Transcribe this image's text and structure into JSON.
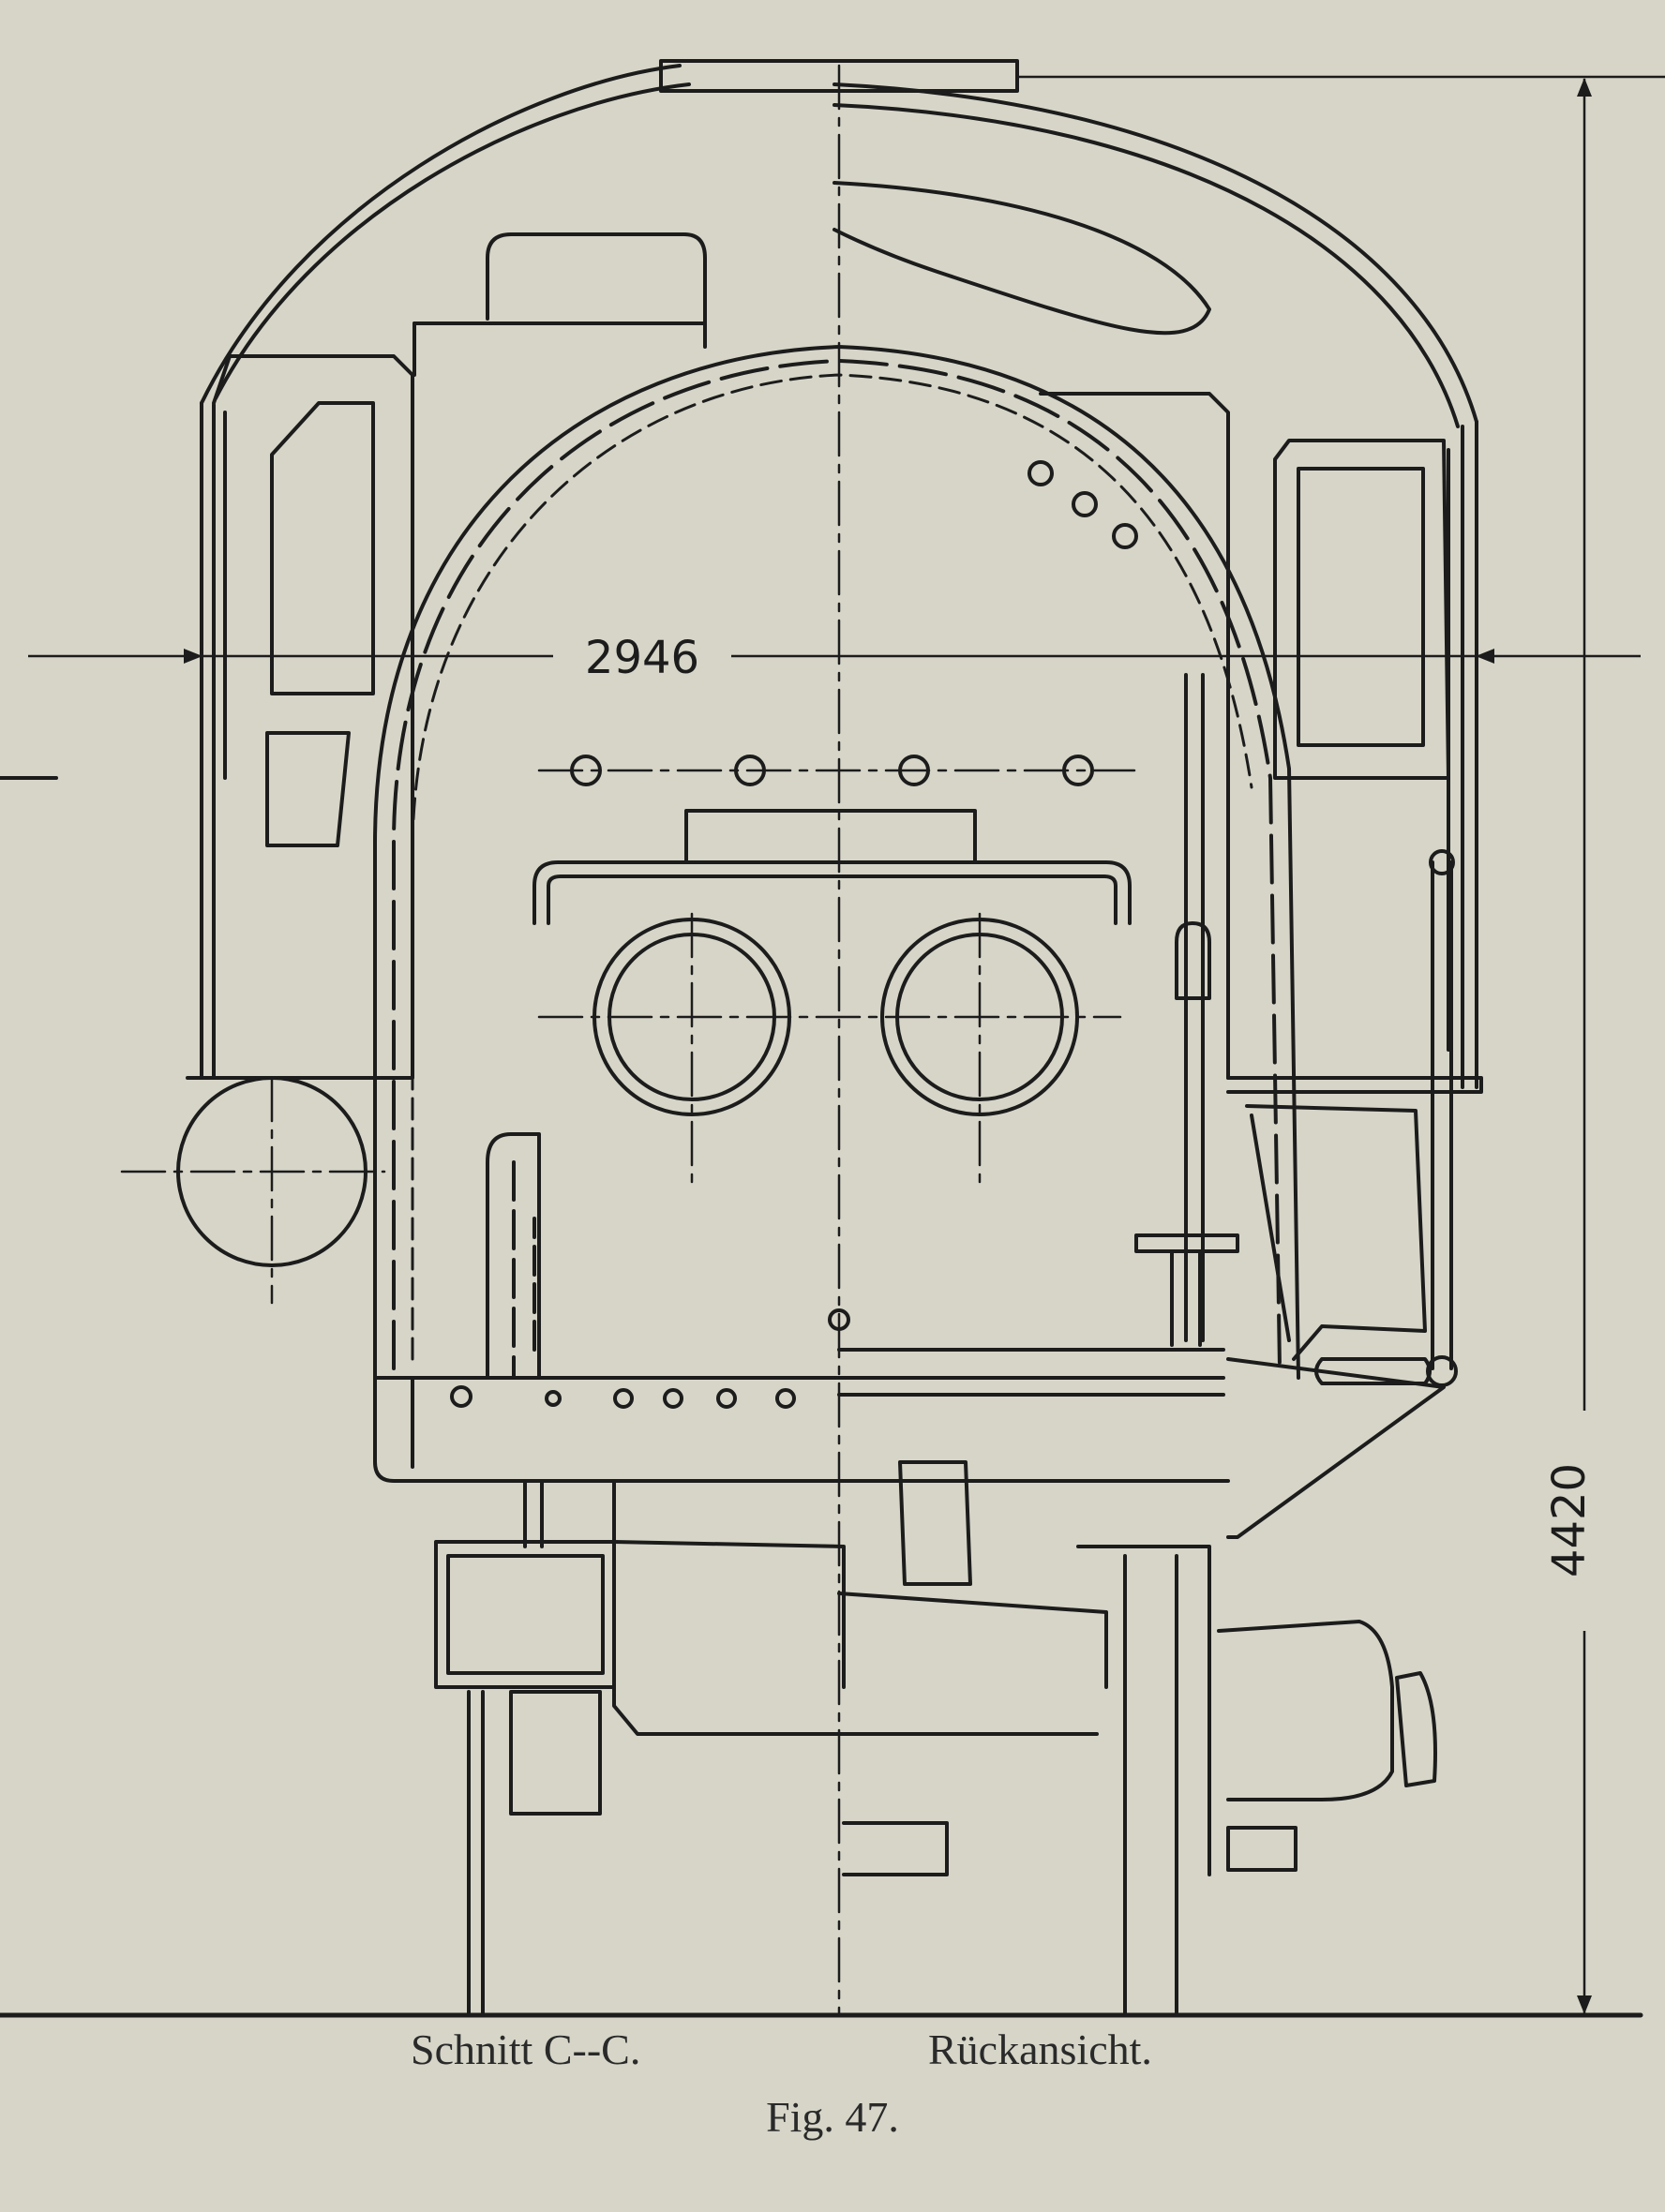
{
  "figure": {
    "label": "Fig. 47.",
    "caption_left": "Schnitt C--C.",
    "caption_right": "Rückansicht."
  },
  "dimensions": {
    "width": "2946",
    "height": "4420"
  },
  "colors": {
    "paper": "#d6d5c8",
    "ink": "#1c1c1c"
  }
}
